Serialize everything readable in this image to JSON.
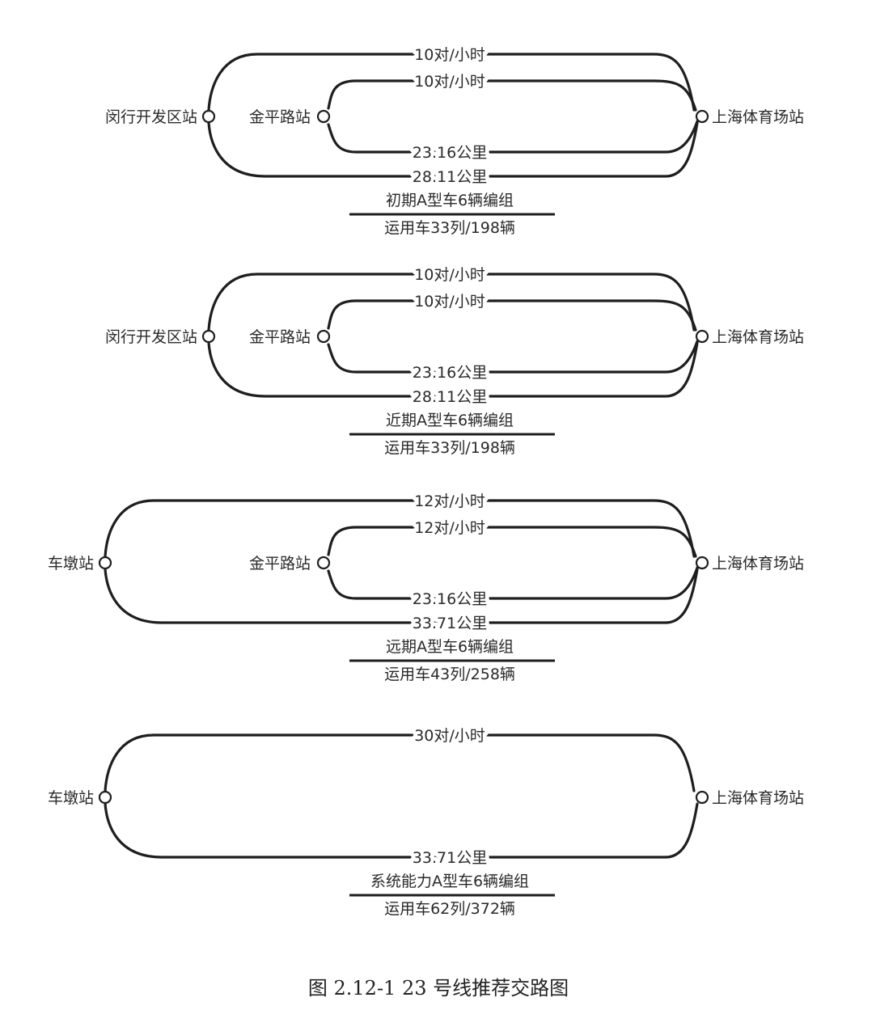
{
  "panels": [
    {
      "left_station": "闵行开发区站",
      "mid_station": "金平路站",
      "right_station": "上海体育场站",
      "outer_freq": "10对/小时",
      "inner_freq": "10对/小时",
      "inner_dist": "23.16公里",
      "outer_dist": "28.11公里",
      "stage": "初期A型车6辆编组",
      "fleet": "运用车33列/198辆"
    },
    {
      "left_station": "闵行开发区站",
      "mid_station": "金平路站",
      "right_station": "上海体育场站",
      "outer_freq": "10对/小时",
      "inner_freq": "10对/小时",
      "inner_dist": "23.16公里",
      "outer_dist": "28.11公里",
      "stage": "近期A型车6辆编组",
      "fleet": "运用车33列/198辆"
    },
    {
      "left_station": "车墩站",
      "mid_station": "金平路站",
      "right_station": "上海体育场站",
      "outer_freq": "12对/小时",
      "inner_freq": "12对/小时",
      "inner_dist": "23.16公里",
      "outer_dist": "33.71公里",
      "stage": "远期A型车6辆编组",
      "fleet": "运用车43列/258辆"
    },
    {
      "left_station": "车墩站",
      "mid_station": null,
      "right_station": "上海体育场站",
      "outer_freq": "30对/小时",
      "inner_freq": null,
      "inner_dist": null,
      "outer_dist": "33.71公里",
      "stage": "系统能力A型车6辆编组",
      "fleet": "运用车62列/372辆"
    }
  ],
  "caption": "图 2.12-1  23 号线推荐交路图"
}
